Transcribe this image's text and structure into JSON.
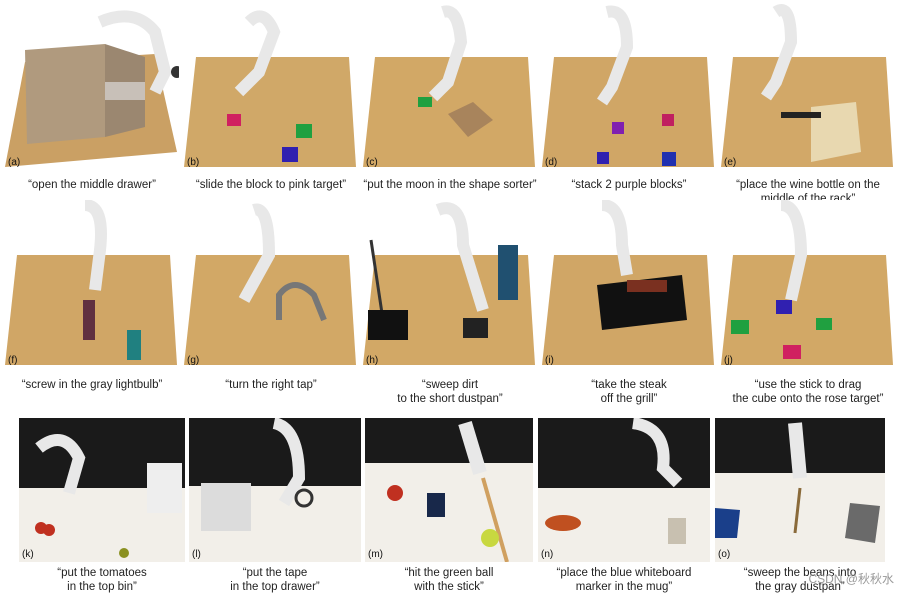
{
  "panels": [
    {
      "tag": "(a)",
      "caption": "“open the middle drawer”"
    },
    {
      "tag": "(b)",
      "caption": "“slide the block to pink target”"
    },
    {
      "tag": "(c)",
      "caption": "“put the moon in the shape sorter”"
    },
    {
      "tag": "(d)",
      "caption": "“stack 2 purple blocks”"
    },
    {
      "tag": "(e)",
      "caption": "“place the wine bottle on the\nmiddle of the rack”"
    },
    {
      "tag": "(f)",
      "caption": "“screw in the gray lightbulb”"
    },
    {
      "tag": "(g)",
      "caption": "“turn the right tap”"
    },
    {
      "tag": "(h)",
      "caption": "“sweep dirt\nto the short dustpan”"
    },
    {
      "tag": "(i)",
      "caption": "“take the steak\noff the grill”"
    },
    {
      "tag": "(j)",
      "caption": "“use the stick to drag\nthe cube onto the rose target”"
    },
    {
      "tag": "(k)",
      "caption": "“put the tomatoes\nin the top bin”"
    },
    {
      "tag": "(l)",
      "caption": "“put the tape\nin the top drawer”"
    },
    {
      "tag": "(m)",
      "caption": "“hit the green ball\nwith the stick”"
    },
    {
      "tag": "(n)",
      "caption": "“place the blue whiteboard\nmarker in the mug”"
    },
    {
      "tag": "(o)",
      "caption": "“sweep the beans into\nthe gray dustpan”"
    }
  ],
  "watermark": "CSDN @秋秋水"
}
